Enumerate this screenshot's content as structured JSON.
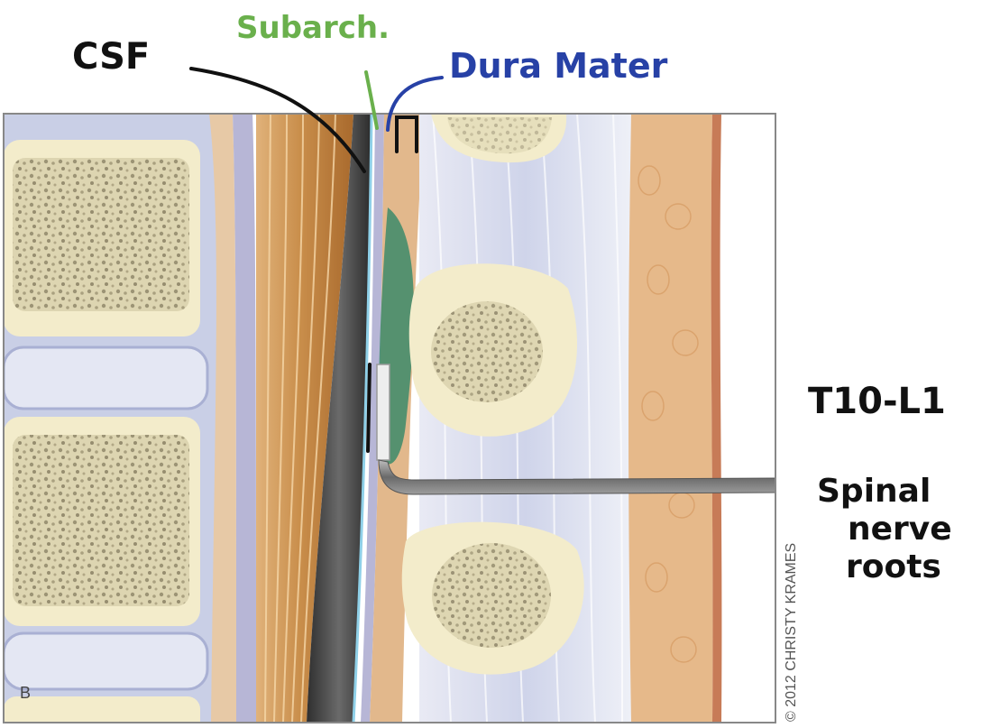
{
  "figure": {
    "panel_letter": "B",
    "copyright": "© 2012 CHRISTY KRAMES"
  },
  "annotations": {
    "csf": "CSF",
    "subarachnoid": "Subarch.",
    "dura_mater": "Dura Mater",
    "level": "T10-L1",
    "nerve_roots_line1": "Spinal",
    "nerve_roots_line2": "nerve",
    "nerve_roots_line3": "roots"
  },
  "colors": {
    "annotation_black": "#111111",
    "annotation_green": "#6ab04c",
    "annotation_blue": "#2741a6",
    "bone": "#f3eccb",
    "disc": "#c9cfe6",
    "ligament": "#e7c9a6",
    "dura": "#b7b6d6",
    "csf_band": "#444444",
    "cauda_equina": "#c98e4b",
    "epidural_fat": "#e2b88c",
    "injectate": "#3c8a6a",
    "needle": "#7d7d7d"
  }
}
